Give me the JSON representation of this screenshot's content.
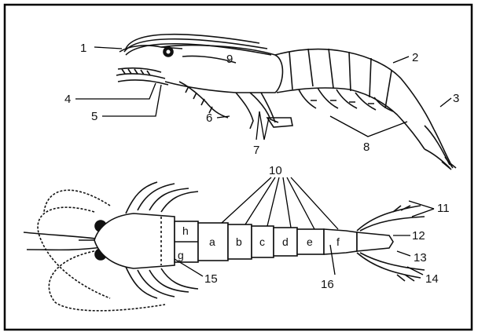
{
  "figure": {
    "callouts_side_view": [
      "1",
      "2",
      "3",
      "4",
      "5",
      "6",
      "7",
      "8",
      "9"
    ],
    "callouts_top_view": [
      "10",
      "11",
      "12",
      "13",
      "14",
      "15",
      "16"
    ],
    "segment_letters": [
      "a",
      "b",
      "c",
      "d",
      "e",
      "f",
      "g",
      "h"
    ]
  }
}
